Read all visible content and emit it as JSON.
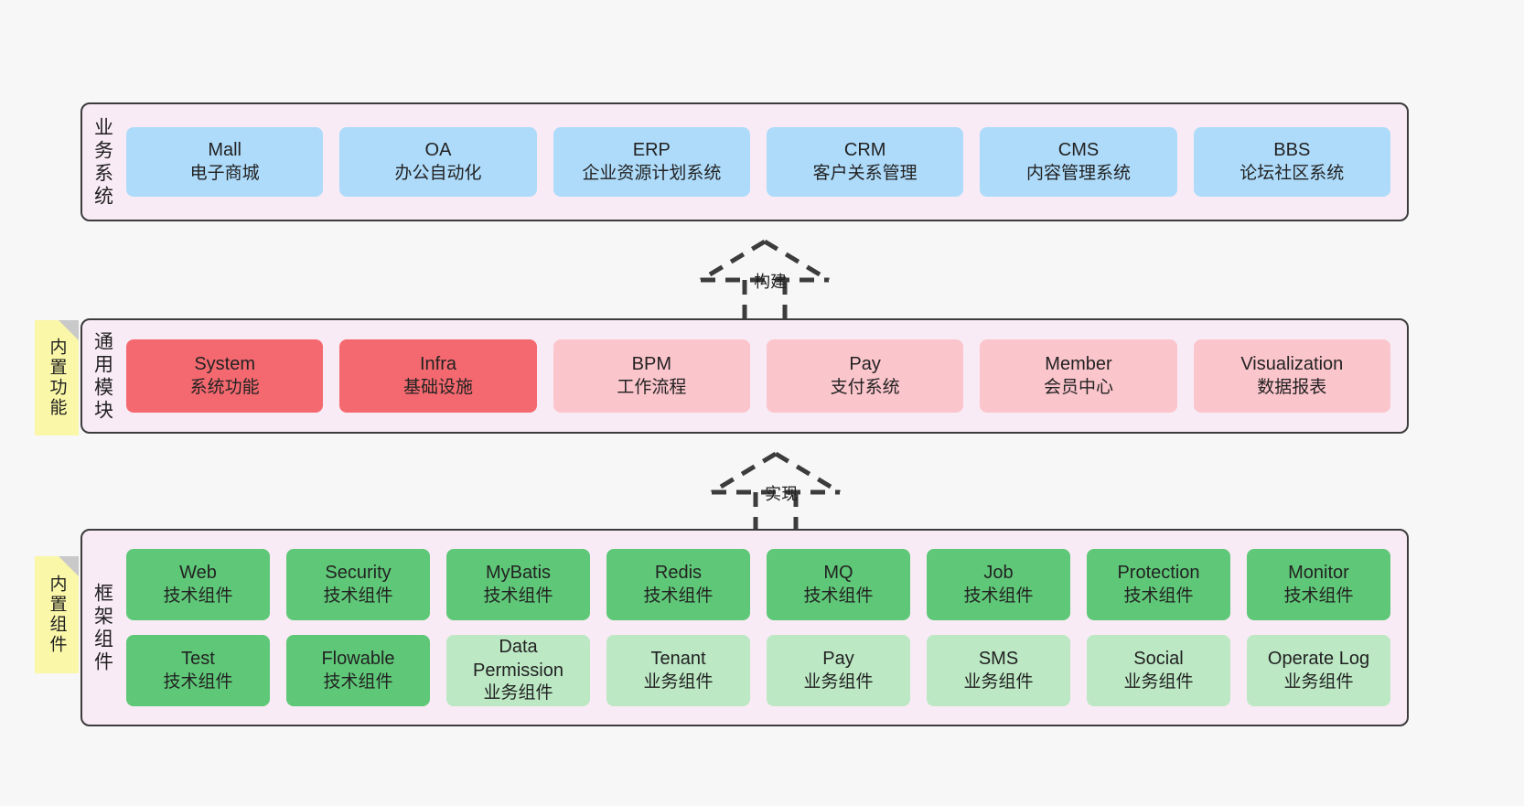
{
  "diagram": {
    "layers": [
      {
        "id": "business",
        "title": "业务系统",
        "rows": [
          {
            "cards": [
              {
                "en": "Mall",
                "cn": "电子商城",
                "color": "#AEDBFA"
              },
              {
                "en": "OA",
                "cn": "办公自动化",
                "color": "#AEDBFA"
              },
              {
                "en": "ERP",
                "cn": "企业资源计划系统",
                "color": "#AEDBFA"
              },
              {
                "en": "CRM",
                "cn": "客户关系管理",
                "color": "#AEDBFA"
              },
              {
                "en": "CMS",
                "cn": "内容管理系统",
                "color": "#AEDBFA"
              },
              {
                "en": "BBS",
                "cn": "论坛社区系统",
                "color": "#AEDBFA"
              }
            ]
          }
        ]
      },
      {
        "id": "modules",
        "title": "通用模块",
        "rows": [
          {
            "cards": [
              {
                "en": "System",
                "cn": "系统功能",
                "color": "#F4696F"
              },
              {
                "en": "Infra",
                "cn": "基础设施",
                "color": "#F4696F"
              },
              {
                "en": "BPM",
                "cn": "工作流程",
                "color": "#FBC5CC"
              },
              {
                "en": "Pay",
                "cn": "支付系统",
                "color": "#FBC5CC"
              },
              {
                "en": "Member",
                "cn": "会员中心",
                "color": "#FBC5CC"
              },
              {
                "en": "Visualization",
                "cn": "数据报表",
                "color": "#FBC5CC"
              }
            ]
          }
        ]
      },
      {
        "id": "framework",
        "title": "框架组件",
        "rows": [
          {
            "cards": [
              {
                "en": "Web",
                "cn": "技术组件",
                "color": "#5FC878"
              },
              {
                "en": "Security",
                "cn": "技术组件",
                "color": "#5FC878"
              },
              {
                "en": "MyBatis",
                "cn": "技术组件",
                "color": "#5FC878"
              },
              {
                "en": "Redis",
                "cn": "技术组件",
                "color": "#5FC878"
              },
              {
                "en": "MQ",
                "cn": "技术组件",
                "color": "#5FC878"
              },
              {
                "en": "Job",
                "cn": "技术组件",
                "color": "#5FC878"
              },
              {
                "en": "Protection",
                "cn": "技术组件",
                "color": "#5FC878"
              },
              {
                "en": "Monitor",
                "cn": "技术组件",
                "color": "#5FC878"
              }
            ]
          },
          {
            "cards": [
              {
                "en": "Test",
                "cn": "技术组件",
                "color": "#5FC878"
              },
              {
                "en": "Flowable",
                "cn": "技术组件",
                "color": "#5FC878"
              },
              {
                "en": "Data Permission",
                "cn": "业务组件",
                "color": "#BCE8C4"
              },
              {
                "en": "Tenant",
                "cn": "业务组件",
                "color": "#BCE8C4"
              },
              {
                "en": "Pay",
                "cn": "业务组件",
                "color": "#BCE8C4"
              },
              {
                "en": "SMS",
                "cn": "业务组件",
                "color": "#BCE8C4"
              },
              {
                "en": "Social",
                "cn": "业务组件",
                "color": "#BCE8C4"
              },
              {
                "en": "Operate Log",
                "cn": "业务组件",
                "color": "#BCE8C4"
              }
            ]
          }
        ]
      }
    ],
    "sticky_notes": [
      {
        "id": "modules",
        "text": "内置功能",
        "color": "#FAF7A8"
      },
      {
        "id": "framework",
        "text": "内置组件",
        "color": "#FAF7A8"
      }
    ],
    "connectors": [
      {
        "id": "build",
        "label": "构建",
        "style": "dashed-generalization"
      },
      {
        "id": "impl",
        "label": "实现",
        "style": "dashed-generalization"
      }
    ],
    "colors": {
      "panel_background": "#F8EBF5",
      "panel_border": "#3C3C3C",
      "canvas_background": "#F7F7F7",
      "business_card": "#AEDBFA",
      "module_core_card": "#F4696F",
      "module_card": "#FBC5CC",
      "tech_component_card": "#5FC878",
      "business_component_card": "#BCE8C4",
      "sticky_note": "#FAF7A8"
    }
  }
}
